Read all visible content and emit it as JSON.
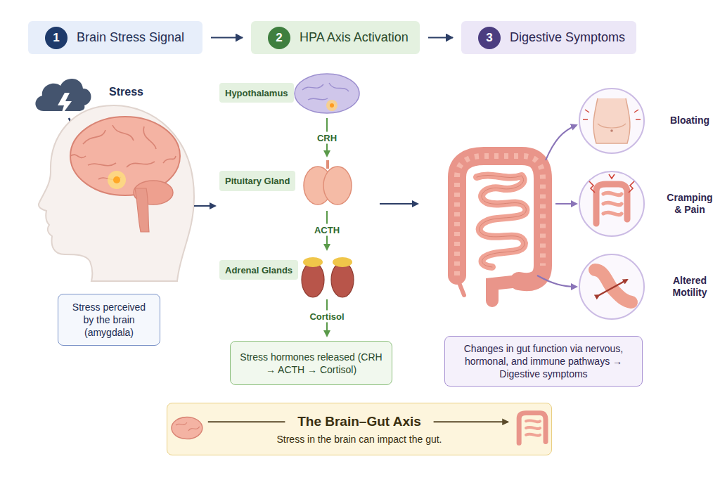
{
  "diagram": {
    "nodes": [
      {
        "text": [
          "1",
          "Brain Stress Signal"
        ]
      },
      {
        "text": [
          "2",
          "HPA Axis Activation"
        ]
      },
      {
        "text": [
          "3",
          "Digestive Symptoms"
        ]
      },
      {
        "text": [
          "Hypothalamus"
        ]
      },
      {
        "text": [
          "Pituitary Gland"
        ]
      },
      {
        "text": [
          "Adrenal Glands"
        ]
      },
      {
        "text": [
          "Stress perceived by the brain (amygdala)"
        ]
      },
      {
        "text": [
          "Stress hormones released (CRH → ACTH → Cortisol)"
        ]
      },
      {
        "text": [
          "Changes in gut function via nervous, hormonal, and immune pathways → Digestive symptoms"
        ]
      },
      {
        "text": [
          "The Brain–Gut Axis",
          "Stress in the brain can impact the gut."
        ]
      }
    ],
    "edges": [
      {
        "from": 0,
        "to": 1,
        "arrow": "to"
      },
      {
        "from": 1,
        "to": 2,
        "arrow": "to"
      }
    ],
    "labels": [
      "Stress",
      "CRH",
      "ACTH",
      "Cortisol",
      "Bloating",
      "Cramping & Pain",
      "Altered Motility"
    ]
  }
}
